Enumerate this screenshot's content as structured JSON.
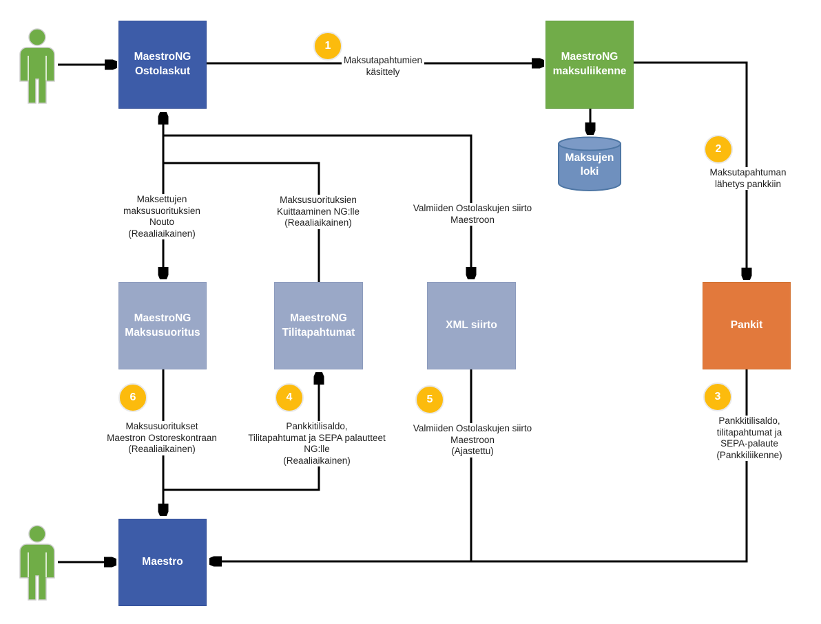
{
  "colors": {
    "node_blue": "#3D5CA8",
    "node_green": "#71AC49",
    "node_light_blue": "#9AA8C7",
    "node_orange": "#E2793C",
    "cylinder_blue": "#6F90BE",
    "badge_gold": "#FCBB0D",
    "person_green": "#70AD47",
    "line_black": "#000000"
  },
  "nodes": {
    "ostolaskut": {
      "label": "MaestroNG\nOstolaskut"
    },
    "maksuliikenne": {
      "label": "MaestroNG\nmaksuliikenne"
    },
    "maksujen_loki": {
      "label": "Maksujen\nloki"
    },
    "maksusuoritus": {
      "label": "MaestroNG\nMaksusuoritus"
    },
    "tilitapahtumat": {
      "label": "MaestroNG\nTilitapahtumat"
    },
    "xml_siirto": {
      "label": "XML siirto"
    },
    "pankit": {
      "label": "Pankit"
    },
    "maestro": {
      "label": "Maestro"
    }
  },
  "badges": {
    "b1": "1",
    "b2": "2",
    "b3": "3",
    "b4": "4",
    "b5": "5",
    "b6": "6"
  },
  "flow_labels": {
    "f1": "Maksutapahtumien\nkäsittely",
    "f2": "Maksutapahtuman\nlähetys pankkiin",
    "f3": "Pankkitilisaldo,\ntilitapahtumat ja SEPA-palaute\n(Pankkiliikenne)",
    "f4": "Pankkitilisaldo,\nTilitapahtumat ja SEPA palautteet\nNG:lle\n(Reaaliaikainen)",
    "f5": "Valmiiden Ostolaskujen siirto\nMaestroon\n(Ajastettu)",
    "f6": "Maksusuoritukset\nMaestron Ostoreskontraan\n(Reaaliaikainen)",
    "nouto": "Maksettujen\nmaksusuorituksien\nNouto\n(Reaaliaikainen)",
    "kuittaaminen": "Maksusuorituksien\nKuittaaminen NG:lle\n(Reaaliaikainen)",
    "xml_top": "Valmiiden Ostolaskujen siirto\nMaestroon"
  }
}
